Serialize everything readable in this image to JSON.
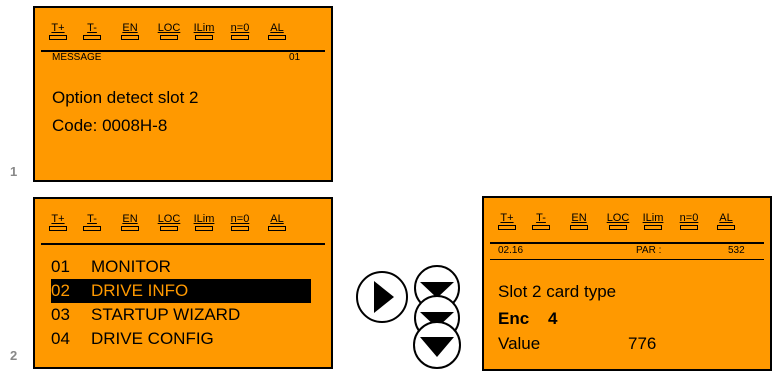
{
  "led_labels": [
    "T+",
    "T-",
    "EN",
    "LOC",
    "ILim",
    "n=0",
    "AL"
  ],
  "panel1": {
    "step": "1",
    "header_left": "MESSAGE",
    "header_right": "01",
    "line1": "Option detect slot 2",
    "line2": "Code:  0008H-8"
  },
  "panel2": {
    "step": "2",
    "menu": [
      {
        "num": "01",
        "label": "MONITOR",
        "selected": false
      },
      {
        "num": "02",
        "label": "DRIVE INFO",
        "selected": true
      },
      {
        "num": "03",
        "label": "STARTUP WIZARD",
        "selected": false
      },
      {
        "num": "04",
        "label": "DRIVE CONFIG",
        "selected": false
      }
    ]
  },
  "panel3": {
    "header_left": "02.16",
    "header_mid": "PAR :",
    "header_right": "532",
    "line1": "Slot 2 card type",
    "line2_key": "Enc",
    "line2_val": "4",
    "line3_key": "Value",
    "line3_val": "776"
  },
  "buttons": [
    "right-arrow",
    "down-arrow",
    "down-arrow",
    "down-arrow"
  ],
  "colors": {
    "display_bg": "#ff9900",
    "text": "#000000",
    "step_number": "#888888"
  }
}
